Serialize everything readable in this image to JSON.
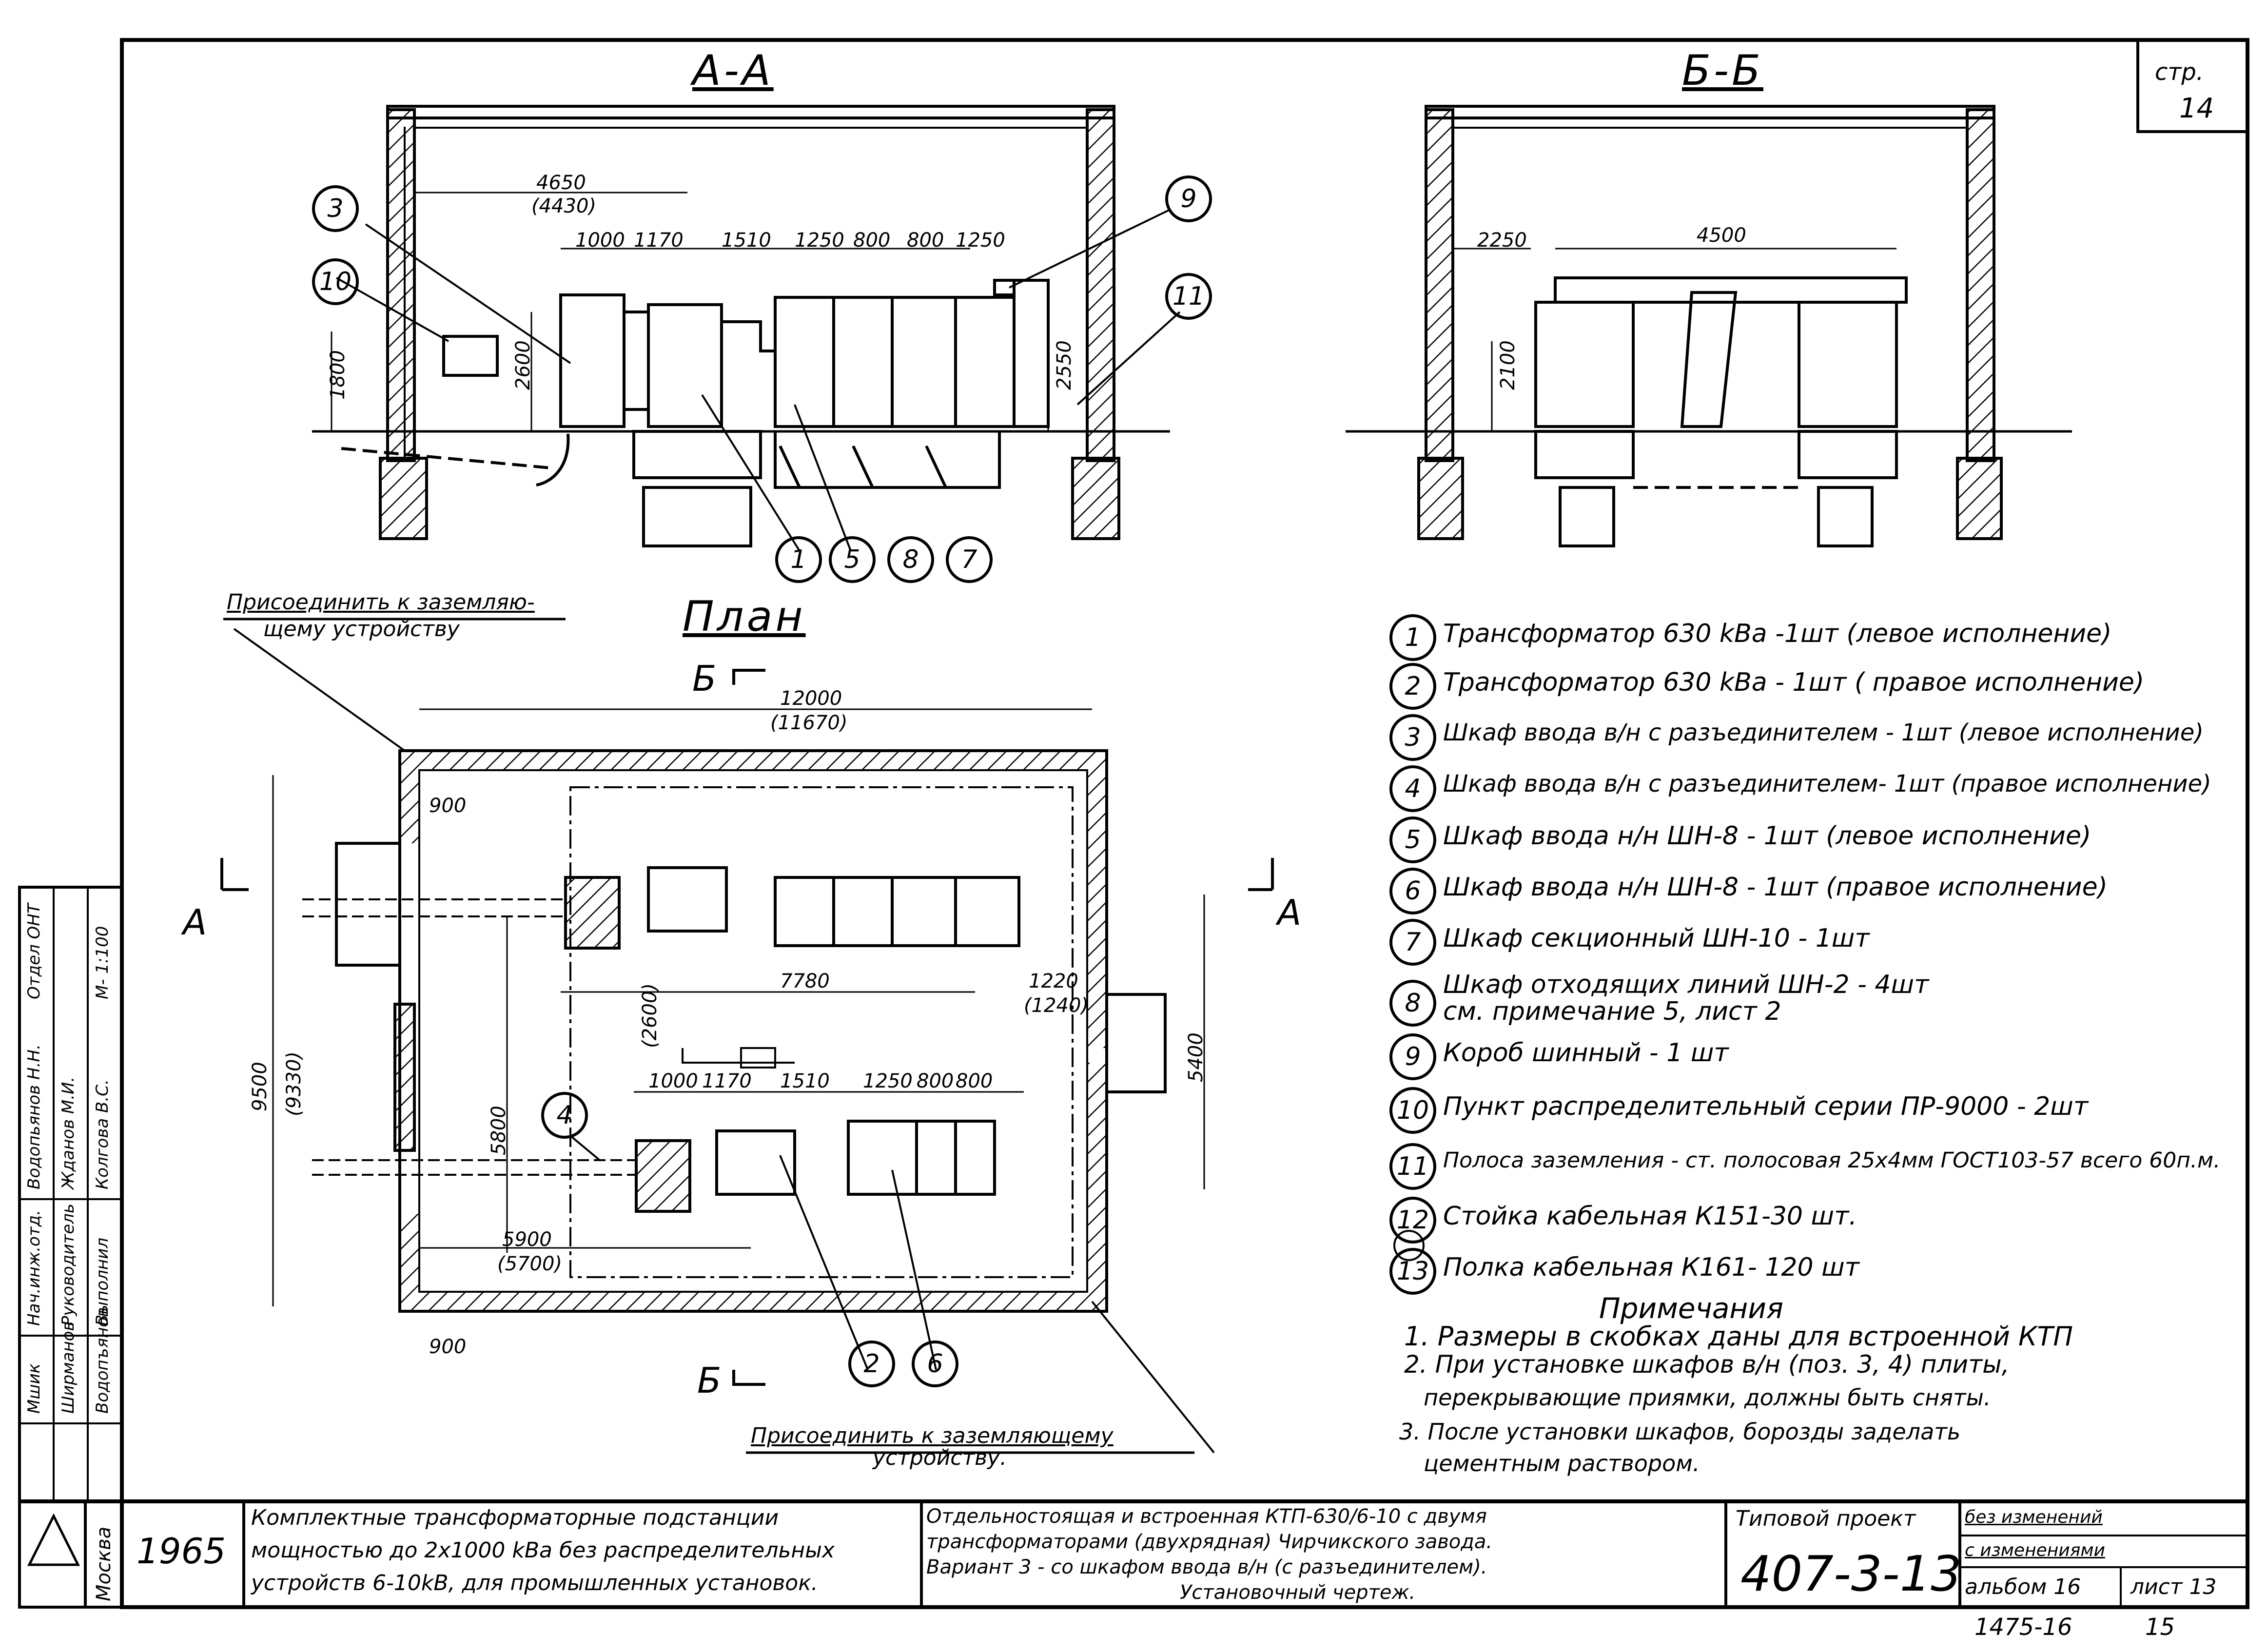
{
  "sheet": {
    "page_label": "стр.",
    "page_number": "14"
  },
  "sections": {
    "aa": {
      "title": "А-А",
      "dims": [
        "4650",
        "(4430)",
        "1000",
        "1170",
        "1510",
        "1250",
        "800",
        "800",
        "1250",
        "1800",
        "2600",
        "2550"
      ]
    },
    "bb": {
      "title": "Б-Б",
      "dims": [
        "2250",
        "4500",
        "2100"
      ]
    },
    "plan": {
      "title": "План",
      "dims": [
        "12000",
        "(11670)",
        "900",
        "9500",
        "(9330)",
        "5800",
        "(2600)",
        "7780",
        "1220",
        "(1240)",
        "5400",
        "1000",
        "1170",
        "1510",
        "1250",
        "800",
        "800",
        "5900",
        "(5700)",
        "900"
      ],
      "cut_a": "А",
      "cut_b": "Б"
    }
  },
  "callouts": {
    "ground_top_l1": "Присоединить к заземляю-",
    "ground_top_l2": "щему устройству",
    "ground_bottom_l1": "Присоединить к заземляющему",
    "ground_bottom_l2": "устройству."
  },
  "marker_nums": {
    "m1": "1",
    "m2": "2",
    "m3": "3",
    "m4": "4",
    "m5": "5",
    "m6": "6",
    "m7": "7",
    "m8": "8",
    "m9": "9",
    "m10": "10",
    "m11": "11"
  },
  "legend": [
    {
      "num": "1",
      "text": "Трансформатор 630 kВа -1шт (левое исполнение)"
    },
    {
      "num": "2",
      "text": "Трансформатор 630 kВа - 1шт ( правое исполнение)"
    },
    {
      "num": "3",
      "text": "Шкаф ввода в/н с разъединителем - 1шт (левое исполнение)"
    },
    {
      "num": "4",
      "text": "Шкаф ввода в/н с разъединителем- 1шт (правое исполнение)"
    },
    {
      "num": "5",
      "text": "Шкаф ввода н/н ШН-8 - 1шт (левое исполнение)"
    },
    {
      "num": "6",
      "text": "Шкаф ввода н/н ШН-8 - 1шт (правое исполнение)"
    },
    {
      "num": "7",
      "text": "Шкаф секционный ШН-10 - 1шт"
    },
    {
      "num": "8",
      "text": "Шкаф отходящих линий ШН-2 - 4шт",
      "text2": "см. примечание 5, лист 2"
    },
    {
      "num": "9",
      "text": "Короб шинный - 1 шт"
    },
    {
      "num": "10",
      "text": "Пункт распределительный серии ПР-9000 - 2шт"
    },
    {
      "num": "11",
      "text": "Полоса заземления - ст. полосовая 25х4мм ГОСТ103-57 всего 60п.м."
    },
    {
      "num": "12",
      "text": "Стойка кабельная К151-30 шт."
    },
    {
      "num": "13",
      "text": "Полка кабельная К161- 120 шт"
    }
  ],
  "notes": {
    "title": "Примечания",
    "items": [
      "1. Размеры в скобках даны для встроенной КТП",
      "2. При установке шкафов в/н (поз. 3, 4) плиты,",
      "перекрывающие приямки, должны быть сняты.",
      "3. После установки шкафов, борозды заделать",
      "цементным раствором."
    ]
  },
  "side_stamp": {
    "rows": [
      {
        "role": "Нач.инж.отд.",
        "name": "Мшик"
      },
      {
        "role": "Руководитель",
        "name": "Ширманов"
      },
      {
        "role": "Выполнил",
        "name": "Водопъянов"
      }
    ],
    "org": "Отдел ОНТ",
    "names": [
      "Водопьянов Н.Н.",
      "Жданов М.И.",
      "Колгова В.С."
    ],
    "scale": "М- 1:100"
  },
  "title_block": {
    "city": "Москва",
    "year": "1965",
    "project_desc": [
      "Комплектные трансформаторные подстанции",
      "мощностью до 2х1000 kВа без распределительных",
      "устройств 6-10kВ, для промышленных установок."
    ],
    "sheet_desc": [
      "Отдельностоящая и встроенная КТП-630/6-10 с двумя",
      "трансформаторами (двухрядная) Чирчикского завода.",
      "Вариант 3 - со шкафом ввода в/н (с разъединителем).",
      "Установочный чертеж."
    ],
    "typ_label": "Типовой проект",
    "typ_number": "407-3-13",
    "rev1": "без изменений",
    "rev2": "с изменениями",
    "album": "альбом 16",
    "sheet": "лист 13"
  },
  "footer": {
    "code": "1475-16",
    "num": "15"
  }
}
